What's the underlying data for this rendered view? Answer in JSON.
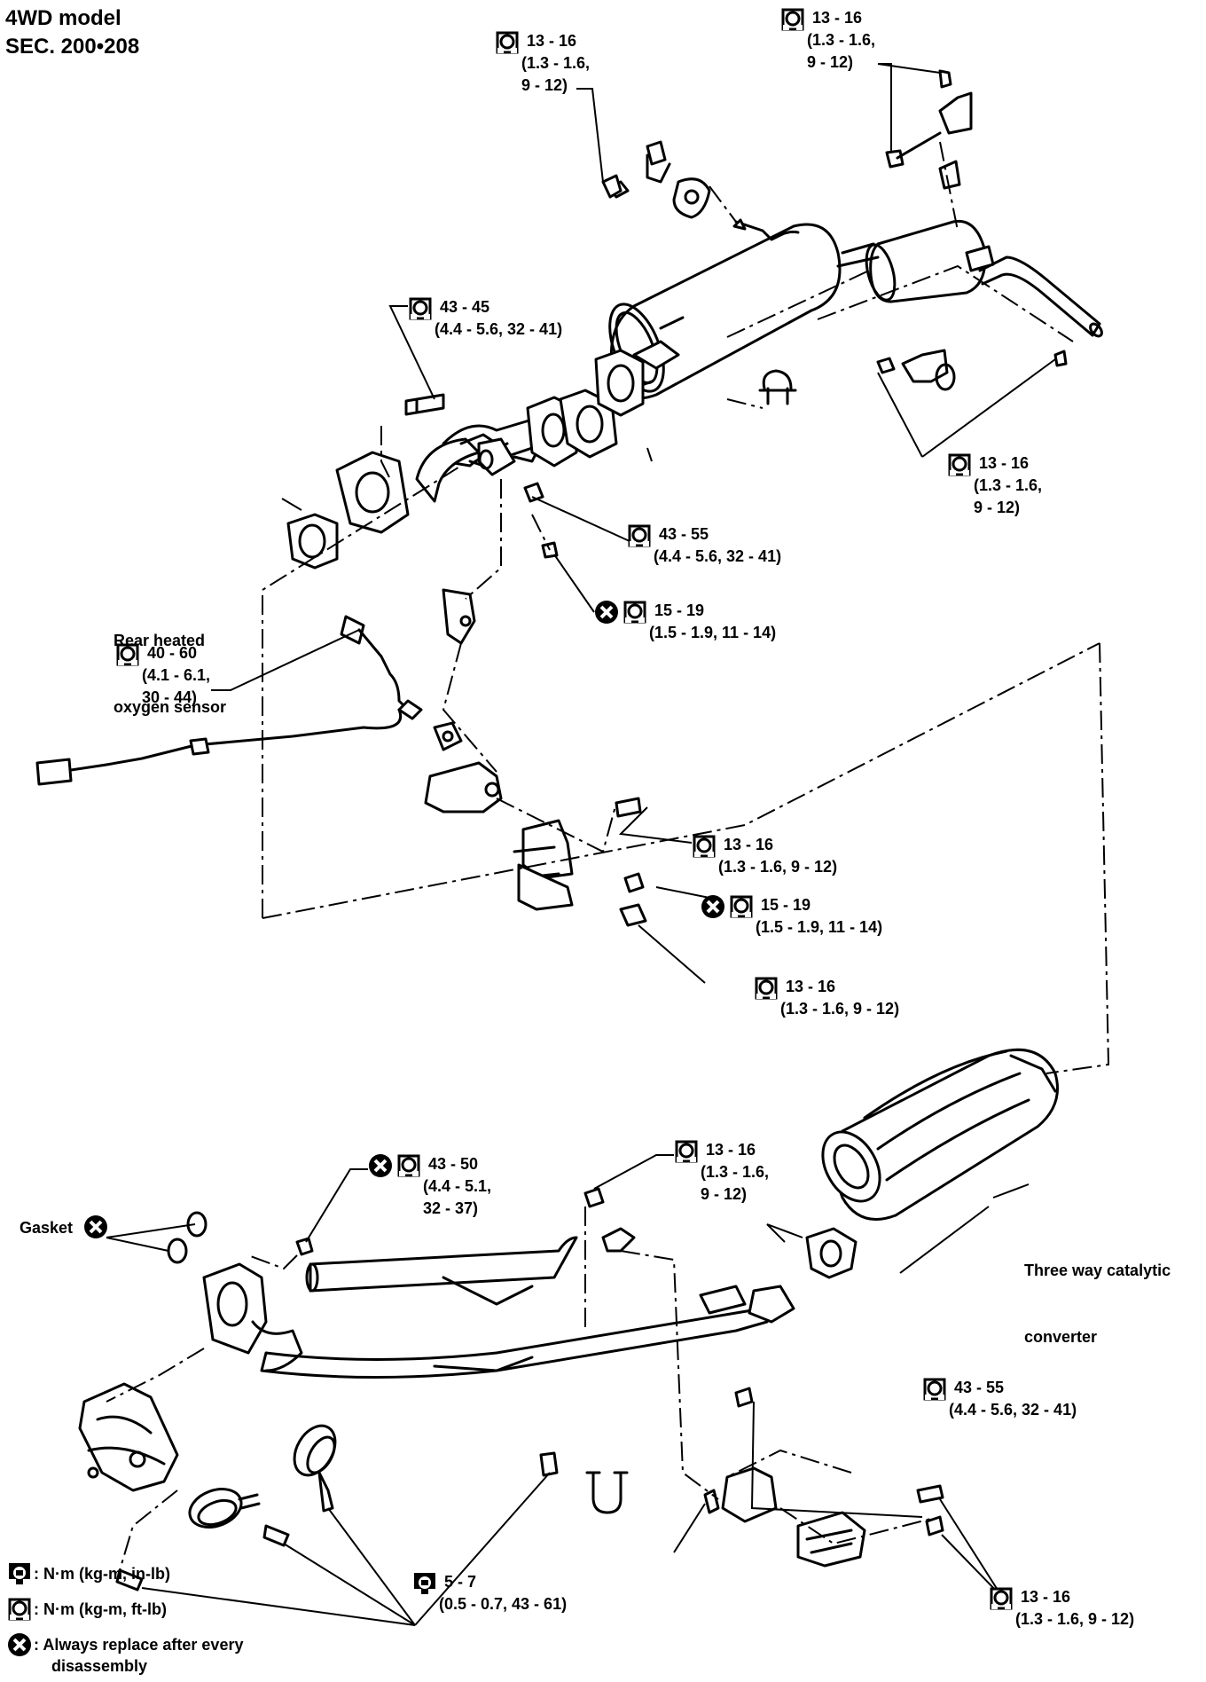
{
  "header": {
    "line1": "4WD model",
    "line2": "SEC. 200•208"
  },
  "torque_specs": [
    {
      "id": "t1",
      "lines": [
        "13 - 16",
        "(1.3 - 1.6,",
        "9 - 12)"
      ],
      "marks": [
        "ft-lb"
      ]
    },
    {
      "id": "t2",
      "lines": [
        "13 - 16",
        "(1.3 - 1.6,",
        "9 - 12)"
      ],
      "marks": [
        "ft-lb"
      ]
    },
    {
      "id": "t3",
      "lines": [
        "43 - 45",
        "(4.4 - 5.6, 32 - 41)"
      ],
      "marks": [
        "ft-lb"
      ]
    },
    {
      "id": "t4",
      "lines": [
        "13 - 16",
        "(1.3 - 1.6,",
        "9 - 12)"
      ],
      "marks": [
        "ft-lb"
      ]
    },
    {
      "id": "t5",
      "lines": [
        "43 - 55",
        "(4.4 - 5.6, 32 - 41)"
      ],
      "marks": [
        "ft-lb"
      ]
    },
    {
      "id": "t6",
      "lines": [
        "15 - 19",
        "(1.5 - 1.9, 11 - 14)"
      ],
      "marks": [
        "replace",
        "ft-lb"
      ]
    },
    {
      "id": "t7",
      "lines": [
        "40 - 60",
        "(4.1 - 6.1,",
        "30 - 44)"
      ],
      "marks": [
        "ft-lb"
      ]
    },
    {
      "id": "t8",
      "lines": [
        "13 - 16",
        "(1.3 - 1.6, 9 - 12)"
      ],
      "marks": [
        "ft-lb"
      ]
    },
    {
      "id": "t9",
      "lines": [
        "15 - 19",
        "(1.5 - 1.9, 11 - 14)"
      ],
      "marks": [
        "replace",
        "ft-lb"
      ]
    },
    {
      "id": "t10",
      "lines": [
        "13 - 16",
        "(1.3 - 1.6, 9 - 12)"
      ],
      "marks": [
        "ft-lb"
      ]
    },
    {
      "id": "t11",
      "lines": [
        "43 - 50",
        "(4.4 - 5.1,",
        "32 - 37)"
      ],
      "marks": [
        "replace",
        "ft-lb"
      ]
    },
    {
      "id": "t12",
      "lines": [
        "13 - 16",
        "(1.3 - 1.6,",
        "9 - 12)"
      ],
      "marks": [
        "ft-lb"
      ]
    },
    {
      "id": "t13",
      "lines": [
        "43 - 55",
        "(4.4 - 5.6, 32 - 41)"
      ],
      "marks": [
        "ft-lb"
      ]
    },
    {
      "id": "t14",
      "lines": [
        "5 - 7",
        "(0.5 - 0.7, 43 - 61)"
      ],
      "marks": [
        "in-lb"
      ]
    },
    {
      "id": "t15",
      "lines": [
        "13 - 16",
        "(1.3 - 1.6, 9 - 12)"
      ],
      "marks": [
        "ft-lb"
      ]
    }
  ],
  "part_labels": {
    "rear_sensor": [
      "Rear heated",
      "oxygen sensor"
    ],
    "gasket": "Gasket",
    "catalytic": [
      "Three way catalytic",
      "converter"
    ]
  },
  "legend": {
    "in_lb": ": N·m (kg-m, in-lb)",
    "ft_lb": ": N·m (kg-m, ft-lb)",
    "replace": [
      ": Always replace after every",
      "disassembly"
    ]
  },
  "icons": {
    "ft_lb": "torque-wrench-ft-lb-icon",
    "in_lb": "torque-wrench-in-lb-icon",
    "replace": "replace-part-icon"
  }
}
